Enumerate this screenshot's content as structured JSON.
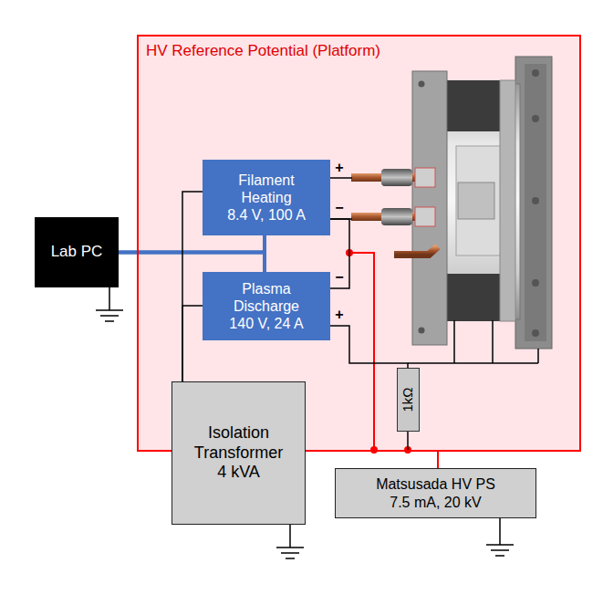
{
  "diagram": {
    "nodes": [
      {
        "text": [
          "HV Reference Potential (Platform)"
        ]
      },
      {
        "text": [
          "Filament Heating",
          "8.4 V, 100 A"
        ],
        "in": 0
      },
      {
        "text": [
          "Plasma Discharge",
          "140 V, 24 A"
        ],
        "in": 0
      },
      {
        "text": [
          "1kΩ"
        ],
        "in": 0
      },
      {
        "text": [
          "Lab PC"
        ]
      },
      {
        "text": [
          "Isolation Transformer",
          "4 kVA"
        ]
      },
      {
        "text": [
          "Matsusada HV PS",
          "7.5 mA, 20 kV"
        ]
      }
    ],
    "edges": [
      {
        "from": 4,
        "to": 1,
        "arrow": "none"
      },
      {
        "from": 4,
        "to": 2,
        "arrow": "none"
      },
      {
        "from": 5,
        "to": 1,
        "arrow": "none"
      },
      {
        "from": 5,
        "to": 2,
        "arrow": "none"
      },
      {
        "from": 1,
        "to": 2,
        "arrow": "none"
      },
      {
        "from": 2,
        "to": 3,
        "arrow": "none"
      },
      {
        "from": 3,
        "to": 0,
        "arrow": "none"
      },
      {
        "from": 6,
        "to": 0,
        "arrow": "none"
      }
    ],
    "labels": [
      "+",
      "−",
      "−",
      "+"
    ]
  }
}
